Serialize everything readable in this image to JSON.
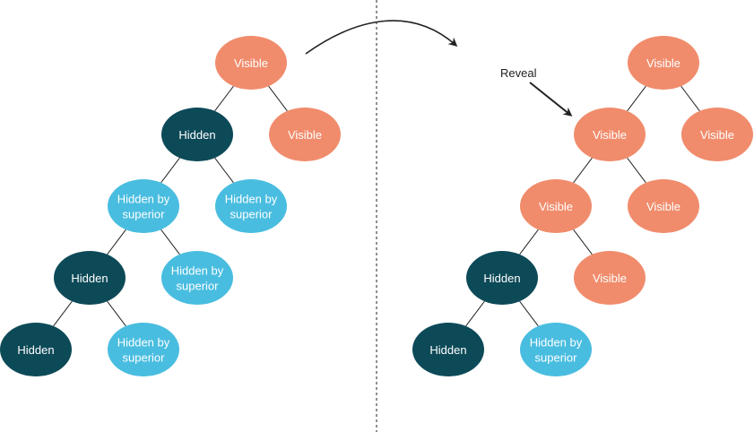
{
  "colors": {
    "visible": "#F08C6C",
    "hidden": "#0D4A58",
    "hidden_by_superior": "#49BDE0",
    "line": "#222222"
  },
  "annotation": {
    "label": "Reveal"
  },
  "left_tree": {
    "nodes": [
      {
        "id": "root",
        "lines": [
          "Visible"
        ],
        "state": "visible"
      },
      {
        "id": "n1",
        "lines": [
          "Hidden"
        ],
        "state": "hidden"
      },
      {
        "id": "n2",
        "lines": [
          "Visible"
        ],
        "state": "visible"
      },
      {
        "id": "n3",
        "lines": [
          "Hidden by",
          "superior"
        ],
        "state": "hidden_by_superior"
      },
      {
        "id": "n4",
        "lines": [
          "Hidden by",
          "superior"
        ],
        "state": "hidden_by_superior"
      },
      {
        "id": "n5",
        "lines": [
          "Hidden"
        ],
        "state": "hidden"
      },
      {
        "id": "n6",
        "lines": [
          "Hidden by",
          "superior"
        ],
        "state": "hidden_by_superior"
      },
      {
        "id": "n7",
        "lines": [
          "Hidden"
        ],
        "state": "hidden"
      },
      {
        "id": "n8",
        "lines": [
          "Hidden by",
          "superior"
        ],
        "state": "hidden_by_superior"
      }
    ]
  },
  "right_tree": {
    "nodes": [
      {
        "id": "root",
        "lines": [
          "Visible"
        ],
        "state": "visible"
      },
      {
        "id": "n1",
        "lines": [
          "Visible"
        ],
        "state": "visible"
      },
      {
        "id": "n2",
        "lines": [
          "Visible"
        ],
        "state": "visible"
      },
      {
        "id": "n3",
        "lines": [
          "Visible"
        ],
        "state": "visible"
      },
      {
        "id": "n4",
        "lines": [
          "Visible"
        ],
        "state": "visible"
      },
      {
        "id": "n5",
        "lines": [
          "Hidden"
        ],
        "state": "hidden"
      },
      {
        "id": "n6",
        "lines": [
          "Visible"
        ],
        "state": "visible"
      },
      {
        "id": "n7",
        "lines": [
          "Hidden"
        ],
        "state": "hidden"
      },
      {
        "id": "n8",
        "lines": [
          "Hidden by",
          "superior"
        ],
        "state": "hidden_by_superior"
      }
    ]
  }
}
